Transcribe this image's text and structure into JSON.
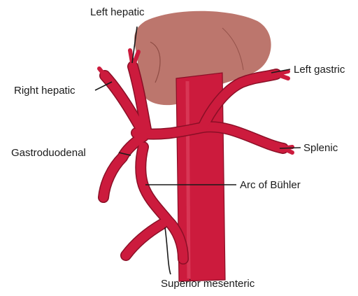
{
  "labels": {
    "left_hepatic": "Left hepatic",
    "right_hepatic": "Right hepatic",
    "left_gastric": "Left gastric",
    "gastroduodenal": "Gastroduodenal",
    "splenic": "Splenic",
    "arc_of_buhler": "Arc of Bühler",
    "superior_mesenteric": "Superior mesenteric"
  },
  "colors": {
    "artery": "#cc1b3d",
    "artery_edge": "#8a0f26",
    "organ": "#b5675d",
    "label_text": "#1a1a1a"
  }
}
